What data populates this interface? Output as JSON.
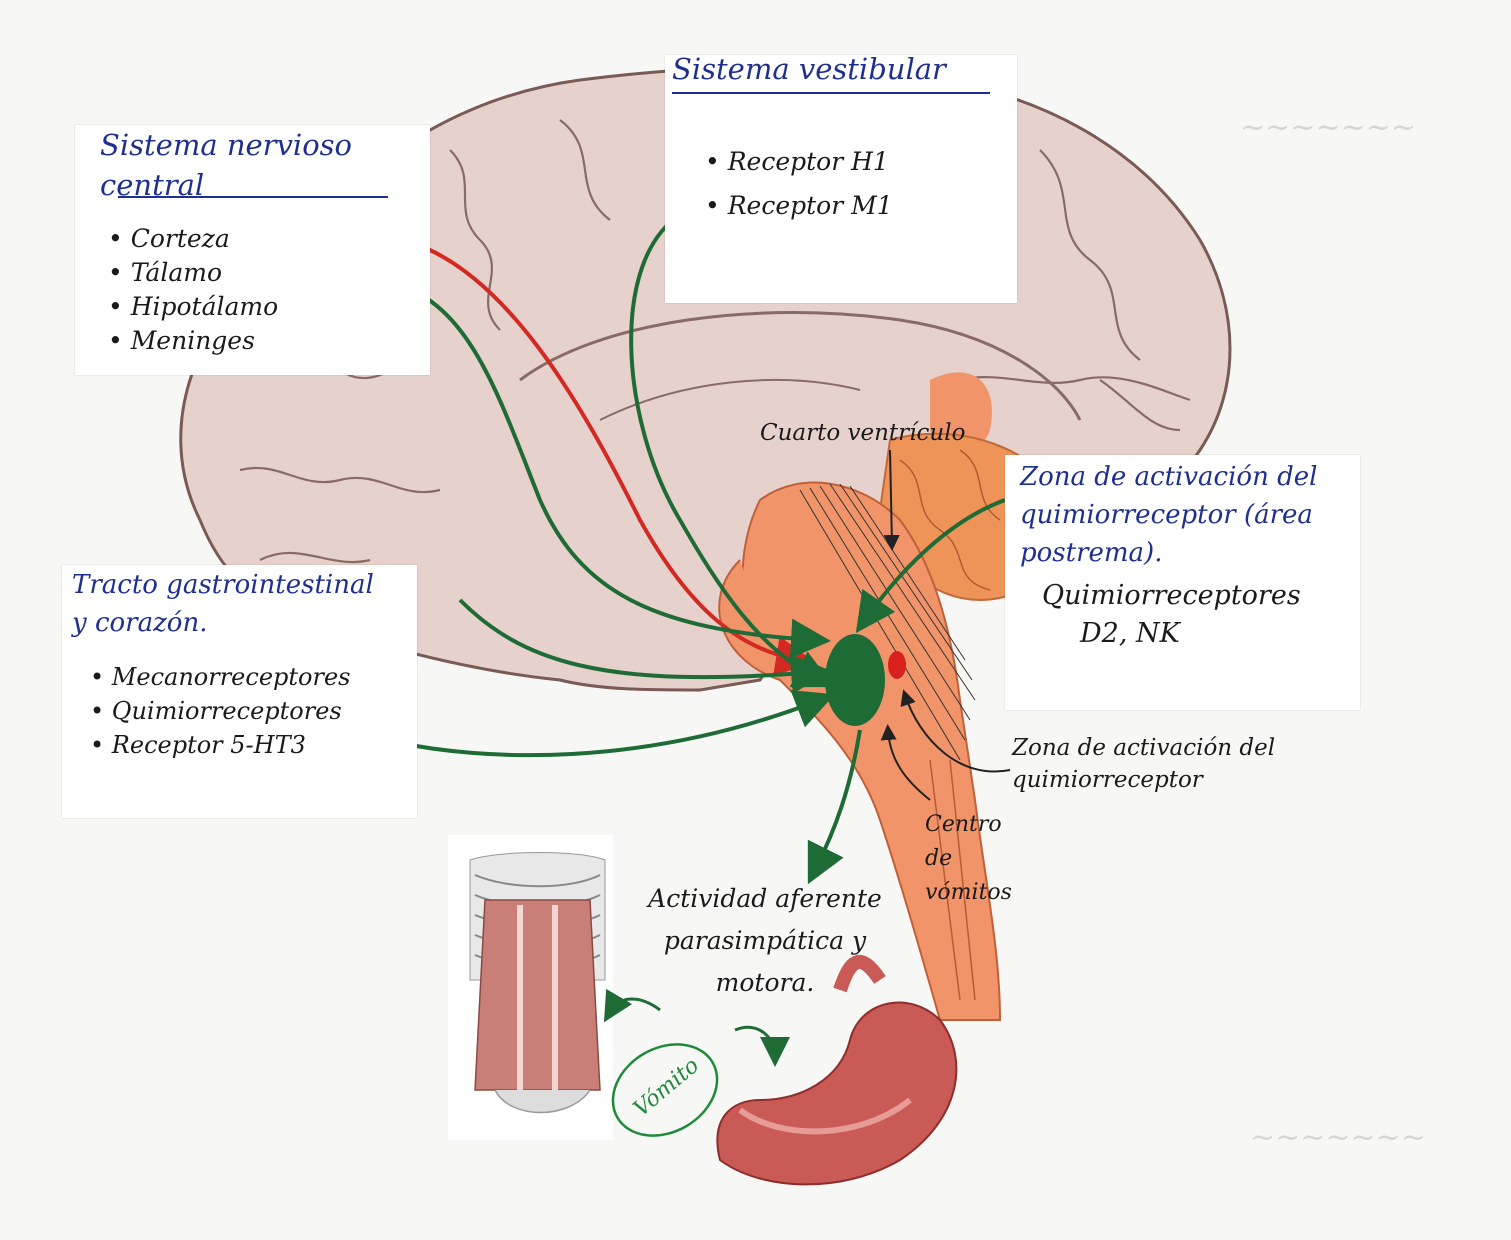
{
  "cns": {
    "title": "Sistema nervioso central",
    "items": [
      "Corteza",
      "Tálamo",
      "Hipotálamo",
      "Meninges"
    ]
  },
  "vestibular": {
    "title": "Sistema vestibular",
    "items": [
      "Receptor H1",
      "Receptor M1"
    ]
  },
  "gi": {
    "title": "Tracto gastrointestinal y corazón.",
    "items": [
      "Mecanorreceptores",
      "Quimiorreceptores",
      "Receptor 5-HT3"
    ]
  },
  "ctz_box": {
    "title": "Zona de activación del quimiorreceptor (área postrema).",
    "receptors_label": "Quimiorreceptores",
    "receptors": "D2, NK"
  },
  "labels": {
    "fourth_ventricle": "Cuarto ventrículo",
    "ctz": "Zona de activación del quimiorreceptor",
    "vomit_center": "Centro de vómitos",
    "efferent": "Actividad aferente parasimpática y motora.",
    "vomit": "Vómito"
  },
  "colors": {
    "red_arrow": "#d22a22",
    "green_arrow": "#1f6b36",
    "brain": "#e8d3cf",
    "brainstem": "#f2946a",
    "cerebellum": "#ef9458"
  }
}
